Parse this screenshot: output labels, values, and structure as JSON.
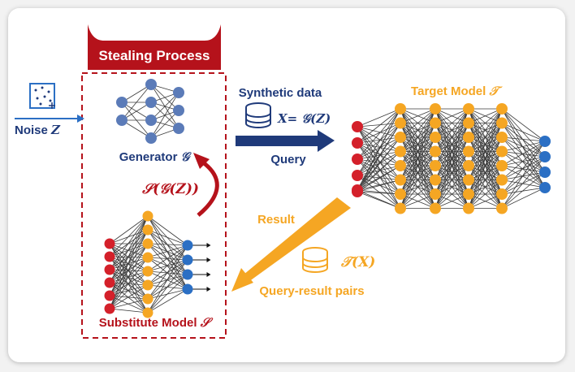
{
  "title_banner": "Stealing Process",
  "noise": {
    "label": "Noise",
    "symbol": "Z"
  },
  "generator": {
    "label": "Generator",
    "symbol": "𝒢"
  },
  "substitute": {
    "label": "Substitute Model",
    "symbol": "𝒮"
  },
  "feedback_label": "𝒮(𝒢(Z))",
  "query_arrow": {
    "top_label": "Synthetic data",
    "formula": "X= 𝒢(Z)",
    "bottom_label": "Query"
  },
  "target": {
    "label": "Target Model",
    "symbol": "𝒯"
  },
  "result_arrow": {
    "label": "Result",
    "formula": "𝒯(X)",
    "pairs_label": "Query-result pairs"
  },
  "colors": {
    "navy": "#1f3a7a",
    "orange": "#f5a623",
    "red_node": "#d4202a",
    "blue_node": "#2b6fc4",
    "gray_node": "#5b7bb8",
    "banner": "#b5121b",
    "dash_box": "#b5121b"
  }
}
